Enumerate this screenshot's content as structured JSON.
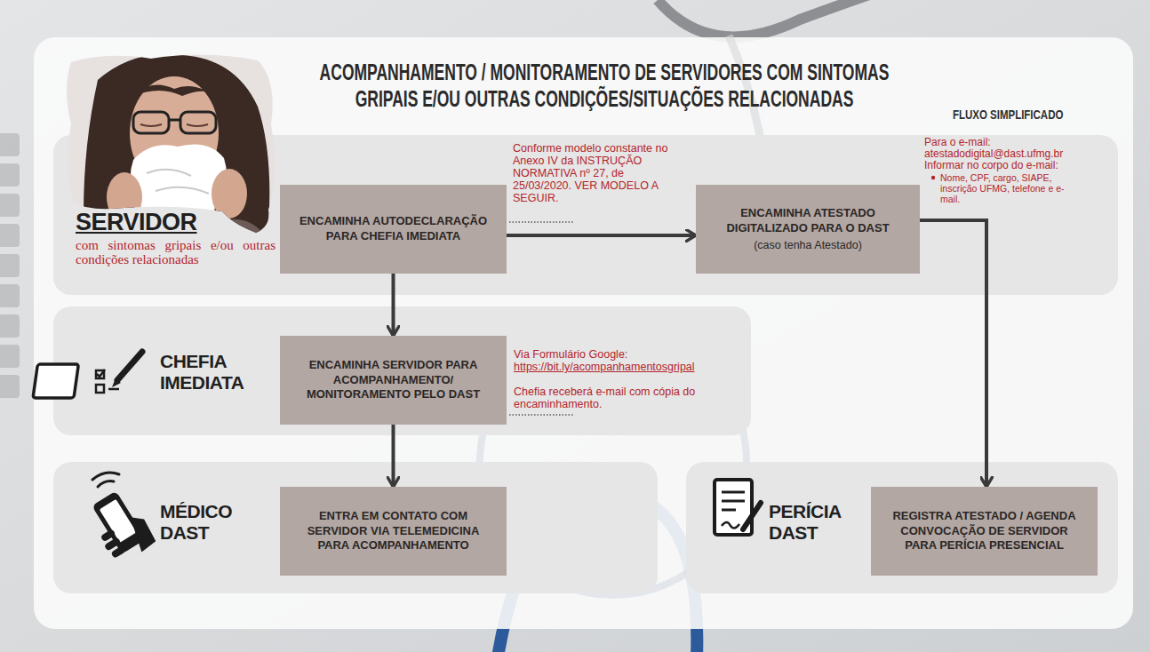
{
  "diagram": {
    "title": "ACOMPANHAMENTO / MONITORAMENTO DE SERVIDORES COM SINTOMAS GRIPAIS E/OU OUTRAS CONDIÇÕES/SITUAÇÕES RELACIONADAS",
    "nodes": [
      {
        "text": [
          "SERVIDOR",
          "com sintomas gripais e/ou outras condições relacionadas"
        ]
      },
      {
        "text": [
          "ENCAMINHA AUTODECLARAÇÃO PARA CHEFIA IMEDIATA"
        ],
        "in": 0
      },
      {
        "text": [
          "ENCAMINHA ATESTADO DIGITALIZADO PARA O DAST",
          "(caso tenha Atestado)"
        ],
        "in": 0
      },
      {
        "text": [
          "CHEFIA IMEDIATA"
        ]
      },
      {
        "text": [
          "ENCAMINHA SERVIDOR PARA ACOMPANHAMENTO/ MONITORAMENTO PELO DAST"
        ],
        "in": 3
      },
      {
        "text": [
          "MÉDICO DAST"
        ]
      },
      {
        "text": [
          "ENTRA EM CONTATO COM SERVIDOR VIA TELEMEDICINA PARA ACOMPANHAMENTO"
        ],
        "in": 5
      },
      {
        "text": [
          "PERÍCIA DAST"
        ]
      },
      {
        "text": [
          "REGISTRA ATESTADO / AGENDA CONVOCAÇÃO DE SERVIDOR PARA PERÍCIA PRESENCIAL"
        ],
        "in": 7
      }
    ],
    "edges": [
      {
        "from": 1,
        "to": 2,
        "arrow": "to"
      },
      {
        "from": 1,
        "to": 4,
        "arrow": "to"
      },
      {
        "from": 4,
        "to": 6,
        "arrow": "to"
      },
      {
        "from": 2,
        "to": 8,
        "arrow": "to"
      }
    ],
    "labels": [
      "FLUXO SIMPLIFICADO",
      "Conforme modelo constante no Anexo IV da INSTRUÇÃO NORMATIVA nº 27, de 25/03/2020. VER MODELO A SEGUIR.",
      "Para o e-mail:",
      "atestadodigital@dast.ufmg.br",
      "Informar no corpo do e-mail:",
      "Nome, CPF, cargo, SIAPE, inscrição UFMG, telefone e e-mail.",
      "Via Formulário Google:",
      "https://bit.ly/acompanhamentosgripal",
      "Chefia receberá e-mail com cópia do encaminhamento."
    ]
  }
}
